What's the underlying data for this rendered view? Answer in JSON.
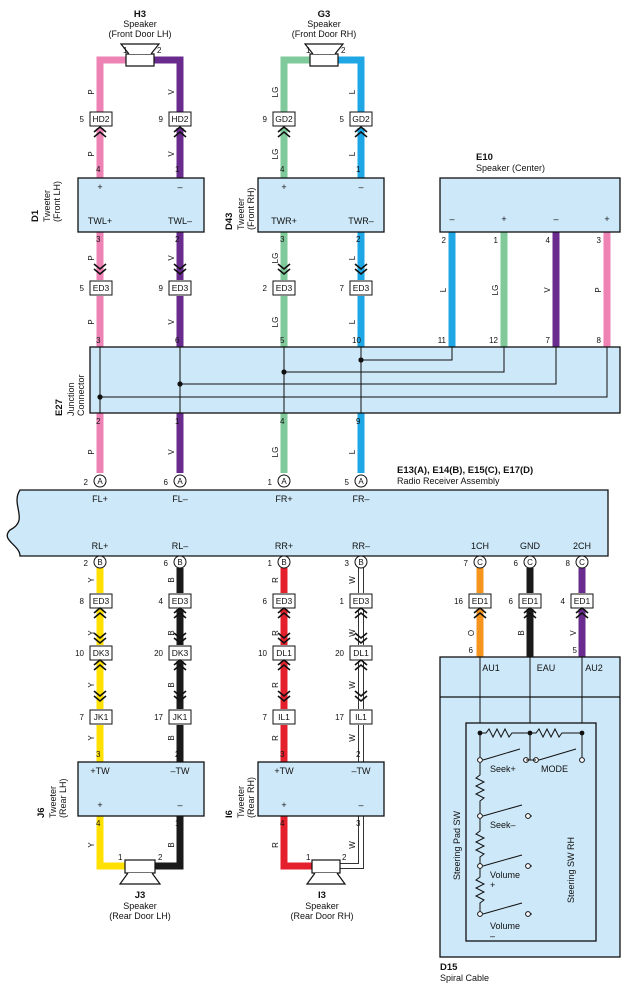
{
  "components": {
    "h3": {
      "code": "H3",
      "name": "Speaker",
      "loc": "(Front Door LH)"
    },
    "g3": {
      "code": "G3",
      "name": "Speaker",
      "loc": "(Front Door RH)"
    },
    "e10": {
      "code": "E10",
      "name": "Speaker (Center)"
    },
    "d1": {
      "code": "D1",
      "name": "Tweeter",
      "loc": "(Front LH)",
      "plus": "TWL+",
      "minus": "TWL–"
    },
    "d43": {
      "code": "D43",
      "name": "Tweeter",
      "loc": "(Front RH)",
      "plus": "TWR+",
      "minus": "TWR–"
    },
    "e27": {
      "code": "E27",
      "name": "Junction",
      "name2": "Connector"
    },
    "radio": {
      "code": "E13(A), E14(B), E15(C), E17(D)",
      "name": "Radio Receiver Assembly"
    },
    "j6": {
      "code": "J6",
      "name": "Tweeter",
      "loc": "(Rear LH)",
      "plus": "+TW",
      "minus": "–TW"
    },
    "i6": {
      "code": "I6",
      "name": "Tweeter",
      "loc": "(Rear RH)",
      "plus": "+TW",
      "minus": "–TW"
    },
    "j3": {
      "code": "J3",
      "name": "Speaker",
      "loc": "(Rear Door LH)"
    },
    "i3": {
      "code": "I3",
      "name": "Speaker",
      "loc": "(Rear Door RH)"
    },
    "d15": {
      "code": "D15",
      "name": "Spiral Cable"
    },
    "steering_pad": {
      "name": "Steering Pad SW"
    },
    "steering_rh": {
      "name": "Steering SW RH"
    }
  },
  "connectors": {
    "hd2": "HD2",
    "gd2": "GD2",
    "ed3": "ED3",
    "dk3": "DK3",
    "jk1": "JK1",
    "dl1": "DL1",
    "il1": "IL1",
    "ed1": "ED1"
  },
  "radio_pins": {
    "fl_plus": "FL+",
    "fl_minus": "FL–",
    "fr_plus": "FR+",
    "fr_minus": "FR–",
    "rl_plus": "RL+",
    "rl_minus": "RL–",
    "rr_plus": "RR+",
    "rr_minus": "RR–",
    "ch1": "1CH",
    "gnd": "GND",
    "ch2": "2CH"
  },
  "spiral_pins": {
    "au1": "AU1",
    "eau": "EAU",
    "au2": "AU2"
  },
  "switches": {
    "seek_plus": "Seek+",
    "mode": "MODE",
    "seek_minus": "Seek–",
    "vol_plus": "Volume",
    "vol_plus_sign": "+",
    "vol_minus": "Volume",
    "vol_minus_sign": "–"
  },
  "wire_colors": {
    "P": "#ee82b4",
    "V": "#6a2b8e",
    "LG": "#7fc99a",
    "L": "#1ea7e4",
    "Y": "#ffe000",
    "B": "#1a1a1a",
    "R": "#e4202c",
    "W": "#ffffff",
    "O": "#f7941d"
  }
}
